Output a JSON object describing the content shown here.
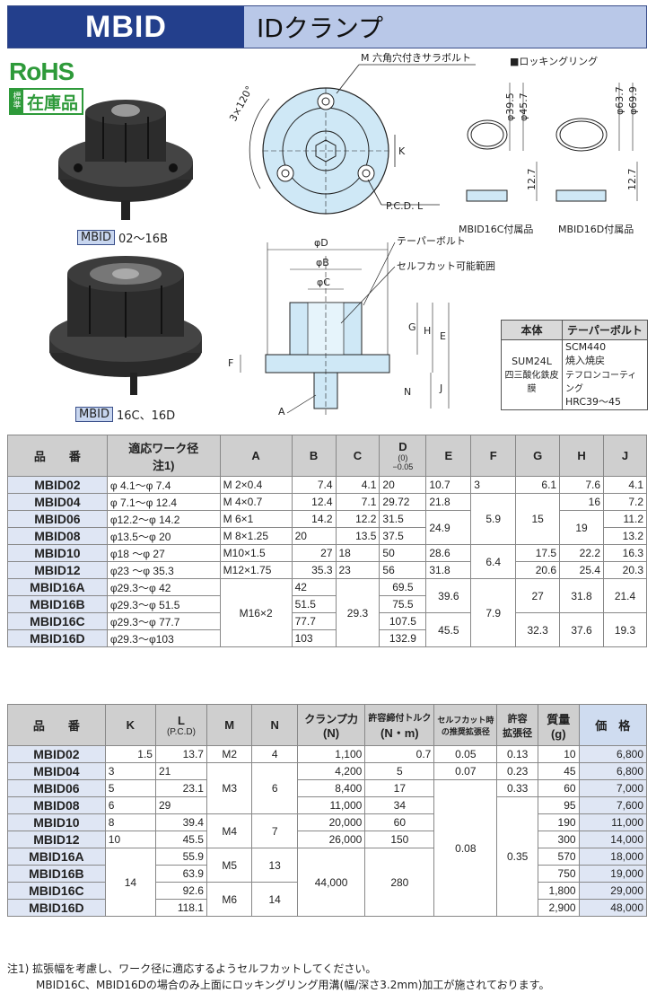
{
  "header": {
    "code": "MBID",
    "name": "IDクランプ"
  },
  "badges": {
    "rohs": "RoHS",
    "stock_pre": [
      "標",
      "準"
    ],
    "stock": "在庫品"
  },
  "photos": [
    {
      "tag": "MBID",
      "range": " 02～16B"
    },
    {
      "tag": "MBID",
      "range": " 16C、16D"
    }
  ],
  "drawing": {
    "bolt_label": "M 六角穴付きサラボルト",
    "angle": "3×120°",
    "k": "K",
    "pcd": "P.C.D. L",
    "ring_title": "■ロッキングリング",
    "ring16c": {
      "d1": "φ39.5",
      "d2": "φ45.7",
      "h": "12.7",
      "cap": "MBID16C付属品"
    },
    "ring16d": {
      "d1": "φ63.7",
      "d2": "φ69.9",
      "h": "12.7",
      "cap": "MBID16D付属品"
    },
    "d": "φD",
    "b": "φB",
    "c": "φC",
    "taper_bolt": "テーパーボルト",
    "self_cut": "セルフカット可能範囲",
    "g": "G",
    "h": "H",
    "e": "E",
    "f": "F",
    "n": "N",
    "j": "J",
    "a": "A"
  },
  "material": {
    "headers": [
      "本体",
      "テーパーボルト"
    ],
    "body": [
      "SUM24L",
      "四三酸化鉄皮膜"
    ],
    "bolt": [
      "SCM440",
      "焼入焼戻",
      "テフロンコーティング",
      "HRC39～45"
    ]
  },
  "table1": {
    "headers": [
      "品　　番",
      "適応ワーク径",
      "注1)",
      "A",
      "B",
      "C",
      "D",
      "0",
      "−0.05",
      "E",
      "F",
      "G",
      "H",
      "J"
    ],
    "rows": [
      [
        "MBID02",
        "φ  4.1～φ   7.4",
        "M  2×0.4",
        "7.4",
        "4.1",
        "20",
        "10.7",
        "3",
        "6.1",
        "7.6",
        "4.1"
      ],
      [
        "MBID04",
        "φ  7.1～φ  12.4",
        "M  4×0.7",
        "12.4",
        "7.1",
        "29.72",
        "21.8",
        "5.9",
        "15",
        "16",
        "7.2"
      ],
      [
        "MBID06",
        "φ12.2～φ  14.2",
        "M  6×1",
        "14.2",
        "12.2",
        "31.5",
        "24.9",
        "",
        "",
        "19",
        "11.2"
      ],
      [
        "MBID08",
        "φ13.5～φ  20",
        "M  8×1.25",
        "20",
        "13.5",
        "37.5",
        "",
        "",
        "",
        "",
        "13.2"
      ],
      [
        "MBID10",
        "φ18    ～φ  27",
        "M10×1.5",
        "27",
        "18",
        "50",
        "28.6",
        "6.4",
        "17.5",
        "22.2",
        "16.3"
      ],
      [
        "MBID12",
        "φ23    ～φ  35.3",
        "M12×1.75",
        "35.3",
        "23",
        "56",
        "31.8",
        "",
        "20.6",
        "25.4",
        "20.3"
      ],
      [
        "MBID16A",
        "φ29.3～φ  42",
        "M16×2",
        "42",
        "29.3",
        "69.5",
        "39.6",
        "7.9",
        "27",
        "31.8",
        "21.4"
      ],
      [
        "MBID16B",
        "φ29.3～φ  51.5",
        "",
        "51.5",
        "",
        "75.5",
        "",
        "",
        "",
        "",
        ""
      ],
      [
        "MBID16C",
        "φ29.3～φ  77.7",
        "",
        "77.7",
        "",
        "107.5",
        "45.5",
        "",
        "32.3",
        "37.6",
        "19.3"
      ],
      [
        "MBID16D",
        "φ29.3～φ103",
        "",
        "103",
        "",
        "132.9",
        "",
        "",
        "",
        "",
        ""
      ]
    ]
  },
  "table2": {
    "headers": [
      "品　　番",
      "K",
      "L",
      "(P.C.D)",
      "M",
      "N",
      "クランプ力",
      "(N)",
      "許容締付トルク",
      "(N・m)",
      "セルフカット時",
      "の推奨拡張径",
      "許容",
      "拡張径",
      "質量",
      "(g)",
      "価　格"
    ],
    "rows": [
      [
        "MBID02",
        "1.5",
        "13.7",
        "M2",
        "4",
        "1,100",
        "0.7",
        "0.05",
        "0.13",
        "10",
        "6,800"
      ],
      [
        "MBID04",
        "3",
        "21",
        "M3",
        "6",
        "4,200",
        "5",
        "0.07",
        "0.23",
        "45",
        "6,800"
      ],
      [
        "MBID06",
        "5",
        "23.1",
        "",
        "",
        "8,400",
        "17",
        "0.08",
        "0.33",
        "60",
        "7,000"
      ],
      [
        "MBID08",
        "6",
        "29",
        "",
        "",
        "11,000",
        "34",
        "",
        "0.35",
        "95",
        "7,600"
      ],
      [
        "MBID10",
        "8",
        "39.4",
        "M4",
        "7",
        "20,000",
        "60",
        "",
        "",
        "190",
        "11,000"
      ],
      [
        "MBID12",
        "10",
        "45.5",
        "",
        "",
        "26,000",
        "150",
        "",
        "",
        "300",
        "14,000"
      ],
      [
        "MBID16A",
        "14",
        "55.9",
        "M5",
        "13",
        "44,000",
        "280",
        "",
        "",
        "570",
        "18,000"
      ],
      [
        "MBID16B",
        "",
        "63.9",
        "",
        "",
        "",
        "",
        "",
        "",
        "750",
        "19,000"
      ],
      [
        "MBID16C",
        "",
        "92.6",
        "M6",
        "14",
        "",
        "",
        "",
        "",
        "1,800",
        "29,000"
      ],
      [
        "MBID16D",
        "",
        "118.1",
        "",
        "",
        "",
        "",
        "",
        "",
        "2,900",
        "48,000"
      ]
    ]
  },
  "notes": [
    "注1) 拡張幅を考慮し、ワーク径に適応するようセルフカットしてください。",
    "MBID16C、MBID16Dの場合のみ上面にロッキングリング用溝(幅/深さ3.2mm)加工が施されております。"
  ],
  "colors": {
    "navy": "#233f8c",
    "header_blue": "#b9c8e8",
    "part_blue": "#cfe8f6",
    "green": "#2e9a3a"
  }
}
